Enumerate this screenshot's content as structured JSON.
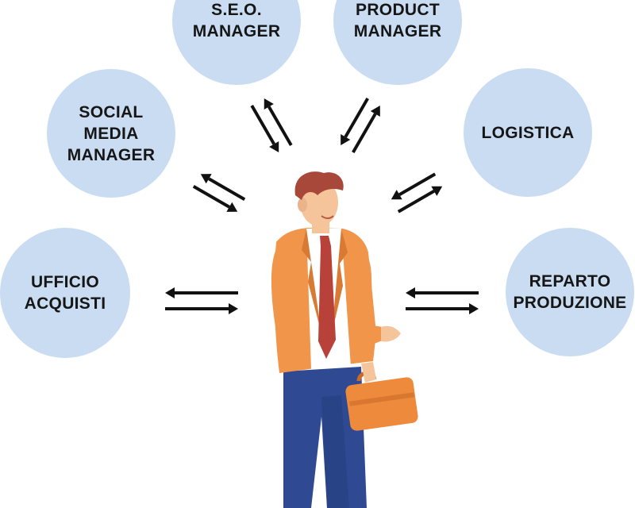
{
  "colors": {
    "bubble": "#c9dcf2",
    "text": "#161616",
    "arrow": "#111111",
    "jacket": "#f0954a",
    "jacket_shadow": "#d87a33",
    "trousers": "#2f4a93",
    "tie": "#b8413a",
    "hair": "#a8483a",
    "skin": "#f6c49a",
    "shirt": "#ffffff",
    "briefcase": "#ee8a3c"
  },
  "roles": [
    {
      "id": "seo",
      "lines": [
        "S.E.O.",
        "MANAGER"
      ]
    },
    {
      "id": "product",
      "lines": [
        "PRODUCT",
        "MANAGER"
      ]
    },
    {
      "id": "social",
      "lines": [
        "SOCIAL",
        "MEDIA",
        "MANAGER"
      ]
    },
    {
      "id": "logistica",
      "lines": [
        "LOGISTICA"
      ]
    },
    {
      "id": "acquisti",
      "lines": [
        "UFFICIO",
        "ACQUISTI"
      ]
    },
    {
      "id": "reparto",
      "lines": [
        "REPARTO",
        "PRODUZIONE"
      ]
    }
  ],
  "arrow_icon": "double-exchange-arrow",
  "person_icon": "businessman-with-briefcase"
}
